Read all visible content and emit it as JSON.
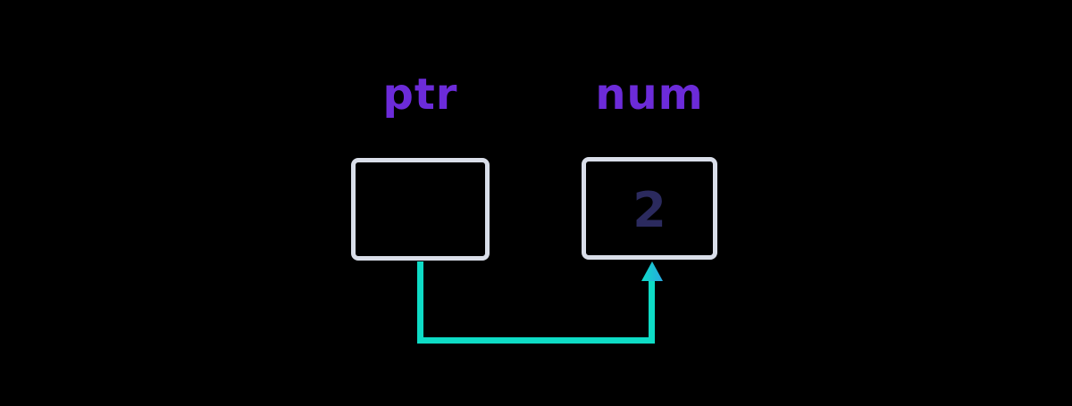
{
  "diagram": {
    "pointer": {
      "label": "ptr"
    },
    "variable": {
      "label": "num",
      "value": "2"
    }
  },
  "colors": {
    "background": "#000000",
    "label_purple": "#6c2bd9",
    "box_border": "#d9dee9",
    "value_navy": "#2b2a5e",
    "arrow_teal": "#0edcc6",
    "arrow_blue": "#29a8e0"
  }
}
